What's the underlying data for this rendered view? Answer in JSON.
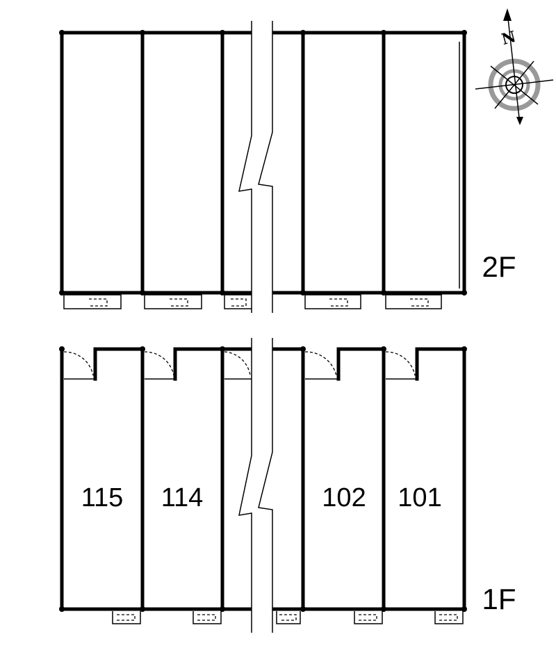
{
  "floors": {
    "upper": {
      "label": "2F"
    },
    "lower": {
      "label": "1F"
    }
  },
  "units": [
    "115",
    "114",
    "102",
    "101"
  ],
  "compass": {
    "north_label": "N",
    "icon": "compass-rose-icon"
  },
  "colors": {
    "line": "#000000",
    "compass_ring": "#999999",
    "background": "#ffffff"
  }
}
